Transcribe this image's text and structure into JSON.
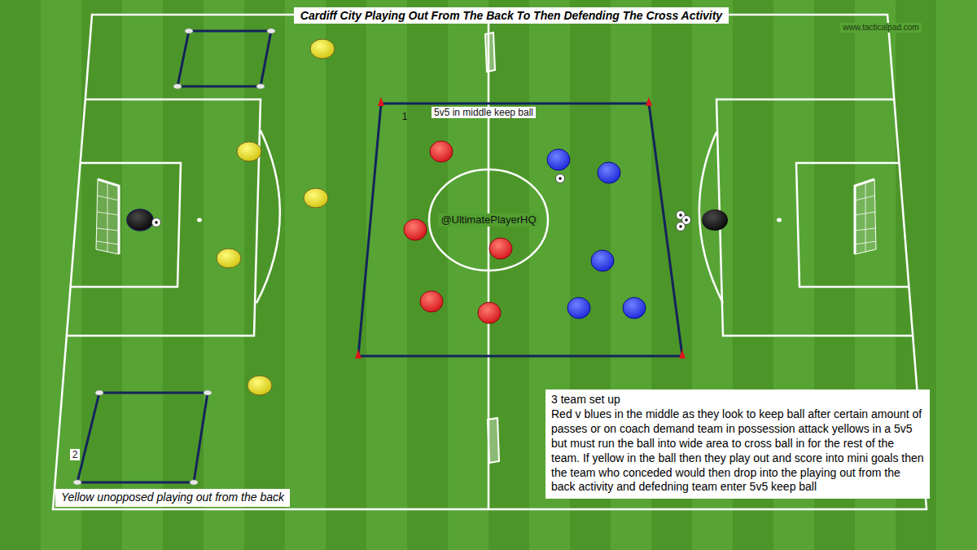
{
  "diagram": {
    "title": "Cardiff City Playing Out From The Back To Then Defending The Cross Activity",
    "nodes": [
      {
        "text": [
          "3 team set up",
          "Red v blues in the middle as they look to keep ball after certain amount of passes or on coach demand team in possession attack yellows in a 5v5 but must run the ball into wide area to cross ball in for the rest of the team. If yellow in the ball then they play out and score into mini goals then the team who conceded would then drop into the playing out from the back activity and defedning team enter 5v5 keep ball"
        ]
      },
      {
        "text": [
          "Yellow unopposed playing out from the back"
        ]
      }
    ],
    "labels": [
      "www.tacticalpad.com",
      "5v5 in middle keep ball",
      "1",
      "@UltimatePlayerHQ",
      "2"
    ]
  }
}
